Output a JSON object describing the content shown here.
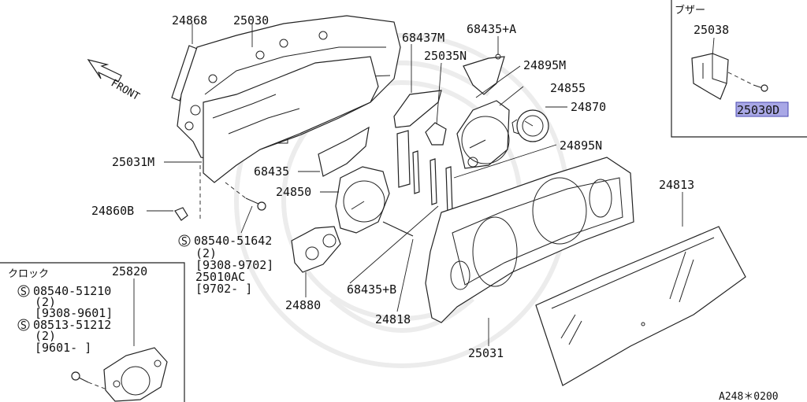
{
  "figure_code": "A248＊0200",
  "front_label": "FRONT",
  "callouts": {
    "p24868": "24868",
    "p25030": "25030",
    "p68437M": "68437M",
    "p68435A": "68435+A",
    "p25035N": "25035N",
    "p24895M": "24895M",
    "p24855": "24855",
    "p24870": "24870",
    "p24895N": "24895N",
    "p25031M": "25031M",
    "p68435": "68435",
    "p24850": "24850",
    "p24860B": "24860B",
    "p24813": "24813",
    "p68435B": "68435+B",
    "p24880": "24880",
    "p24818": "24818",
    "p25031": "25031"
  },
  "screw_note": {
    "symbol": "S",
    "part": "08540-51642",
    "qty": "(2)",
    "range1": "[9308-9702]",
    "alt_part": "25010AC",
    "range2": "[9702-     ]"
  },
  "buzzer_box": {
    "title": "ブザー",
    "part": "25038",
    "highlighted_part": "25030D"
  },
  "clock_box": {
    "title": "クロック",
    "part": "25820",
    "screw1": {
      "symbol": "S",
      "part": "08540-51210",
      "qty": "(2)",
      "range": "[9308-9601]"
    },
    "screw2": {
      "symbol": "S",
      "part": "08513-51212",
      "qty": "(2)",
      "range": "[9601-      ]"
    }
  }
}
